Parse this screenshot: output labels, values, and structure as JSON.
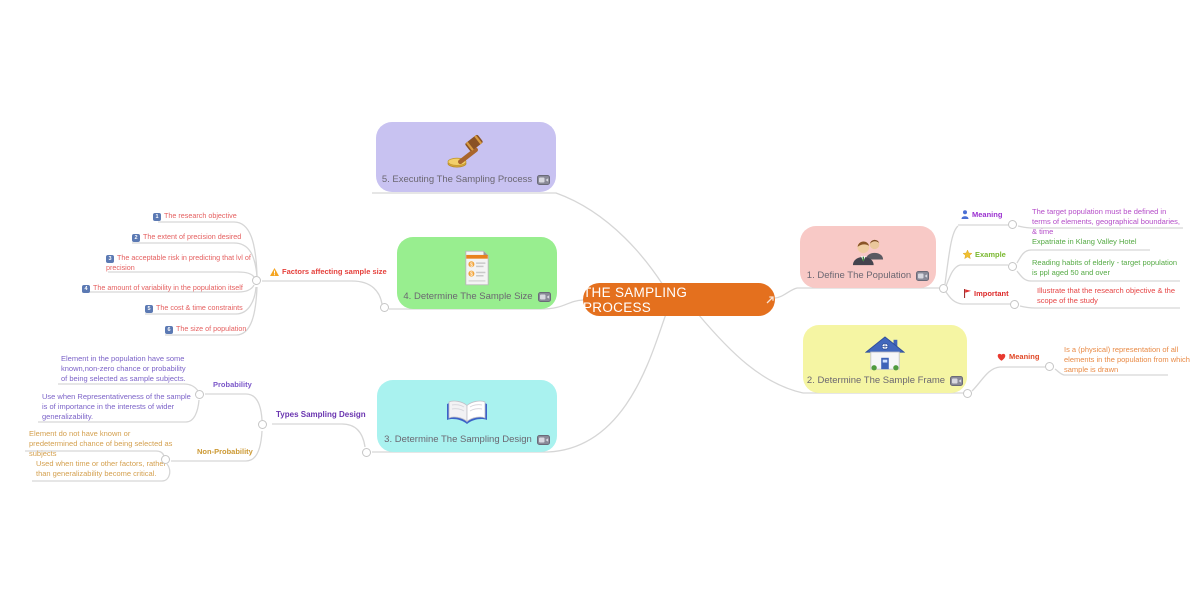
{
  "root": {
    "label": "THE SAMPLING PROCESS"
  },
  "main_topics": [
    {
      "label": "1. Define The Population",
      "icon": "people-icon",
      "bg": "#f8c9c6"
    },
    {
      "label": "2. Determine The Sample Frame",
      "icon": "house-icon",
      "bg": "#f5f5a3"
    },
    {
      "label": "3. Determine The Sampling Design",
      "icon": "open-book-icon",
      "bg": "#a9f2ef"
    },
    {
      "label": "4. Determine The Sample Size",
      "icon": "receipt-icon",
      "bg": "#98ee8f"
    },
    {
      "label": "5. Executing The Sampling Process",
      "icon": "gavel-icon",
      "bg": "#c8c2f1"
    }
  ],
  "sample_size_factors": {
    "label": "Factors affecting sample size",
    "items": [
      {
        "num": "1",
        "text": "The research objective"
      },
      {
        "num": "2",
        "text": "The extent of precision desired"
      },
      {
        "num": "3",
        "text": "The acceptable risk in predicting that lvl of precision"
      },
      {
        "num": "4",
        "text": "The amount of variability in the population itself"
      },
      {
        "num": "5",
        "text": "The cost & time constraints"
      },
      {
        "num": "6",
        "text": "The size of population"
      }
    ]
  },
  "sampling_design_types": {
    "label": "Types Sampling Design",
    "probability": {
      "label": "Probability",
      "notes": [
        "Element in the population have some known,non-zero chance or probability of being selected as sample subjects.",
        "Use when Representativeness of the sample is of importance in the interests of wider generalizability."
      ]
    },
    "non_probability": {
      "label": "Non-Probability",
      "notes": [
        "Element do not have known or predetermined chance of being selected as subjects",
        "Used when time or other factors, rather than generalizability become critical."
      ]
    }
  },
  "population_details": {
    "meaning": {
      "label": "Meaning",
      "text": "The target population must be defined in terms of elements, geographical boundaries, & time"
    },
    "example": {
      "label": "Example",
      "notes": [
        "Expatriate in Klang Valley Hotel",
        "Reading habits of elderly - target population is ppl aged 50 and over"
      ]
    },
    "important": {
      "label": "Important",
      "text": "Illustrate that the research objective & the scope of the study"
    }
  },
  "frame_details": {
    "meaning": {
      "label": "Meaning",
      "text": "Is a (physical) representation of all elements in the population from which sample is drawn"
    }
  },
  "colors": {
    "root_bg": "#e4701e",
    "topic_population_bg": "#f8c9c6",
    "topic_frame_bg": "#f5f5a3",
    "topic_design_bg": "#a9f2ef",
    "topic_size_bg": "#98ee8f",
    "topic_executing_bg": "#c8c2f1",
    "factors_text": "#e56060",
    "factors_label": "#e5413c",
    "probability_text": "#7c63c8",
    "non_probability_text": "#d4a04f",
    "types_label": "#6a35b0",
    "meaning_label": "#9b30d0",
    "example_label": "#7ab830",
    "important_label": "#dd2a2a",
    "frame_meaning_label": "#e04827"
  }
}
